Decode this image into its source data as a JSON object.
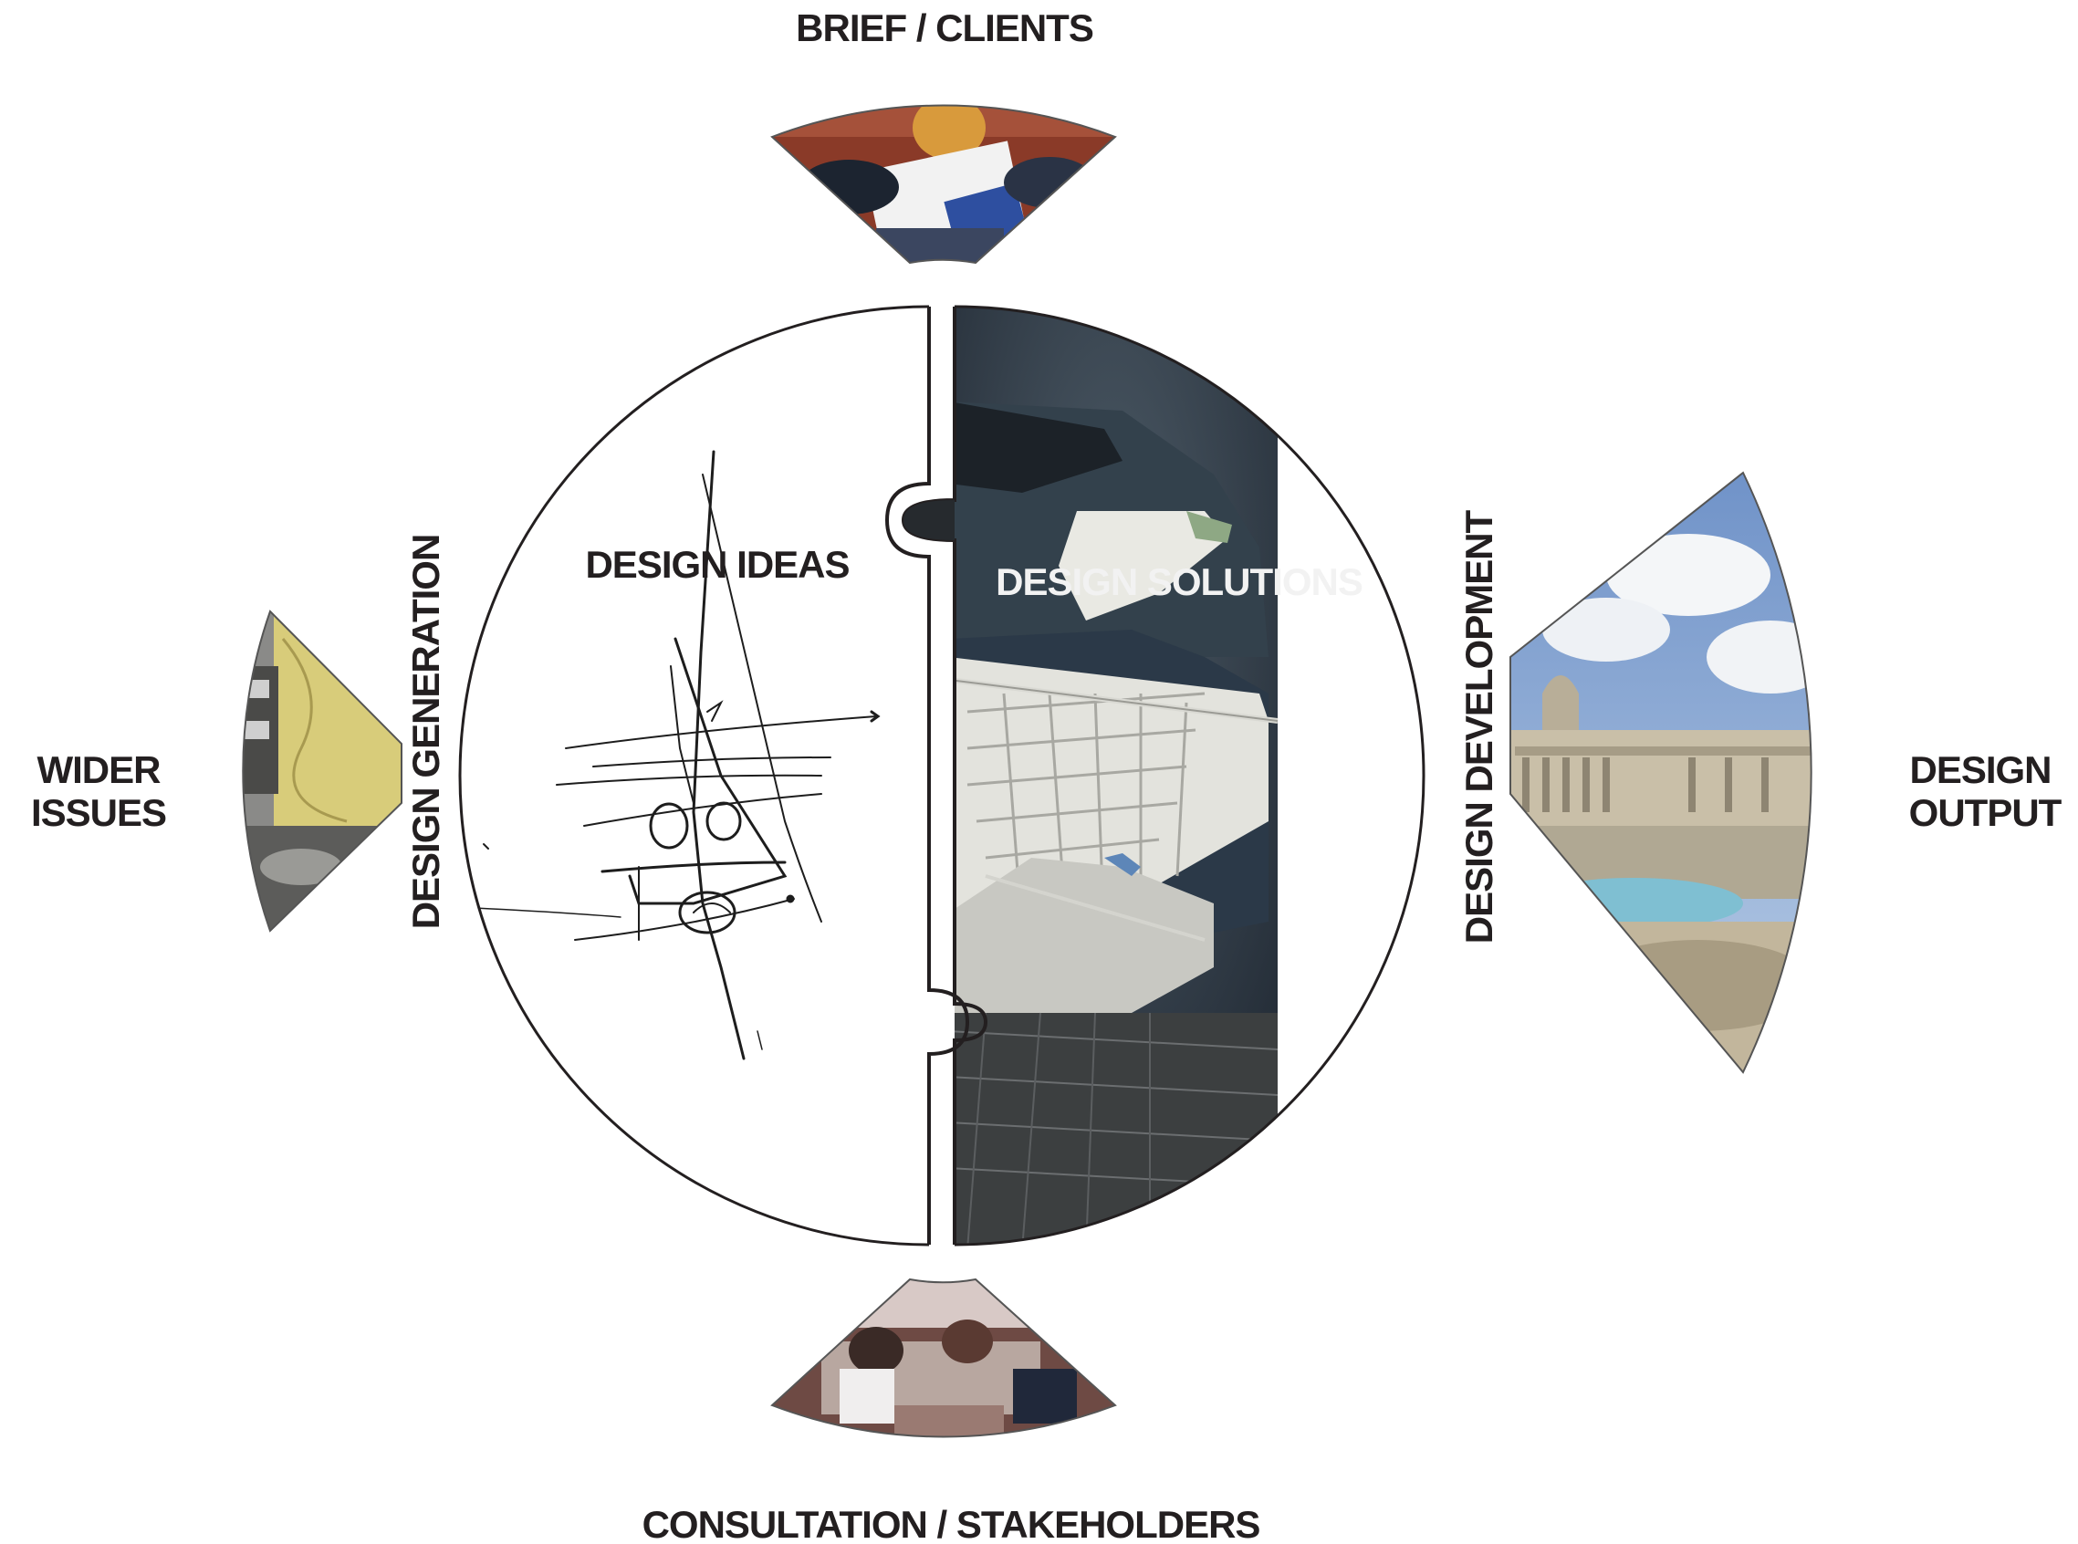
{
  "labels": {
    "top": "BRIEF / CLIENTS",
    "bottom": "CONSULTATION / STAKEHOLDERS",
    "left_line1": "WIDER",
    "left_line2": "ISSUES",
    "right_line1": "DESIGN",
    "right_line2": "OUTPUT",
    "left_vertical": "DESIGN GENERATION",
    "right_vertical": "DESIGN DEVELOPMENT",
    "center_left": "DESIGN IDEAS",
    "center_right": "DESIGN SOLUTIONS"
  },
  "colors": {
    "text": "#231f20",
    "outline": "#231f20",
    "solutions_bg": "#3a4450",
    "water": "#2b3948",
    "blocks": "#e6e6e0",
    "land_green": "#8ea884",
    "brief_photo": "#8a3a28",
    "consultation_photo": "#6e4a44",
    "wider_issues_map": "#d8cc7a",
    "sky": "#7f9fce",
    "fountain_water": "#7fbfd2"
  }
}
